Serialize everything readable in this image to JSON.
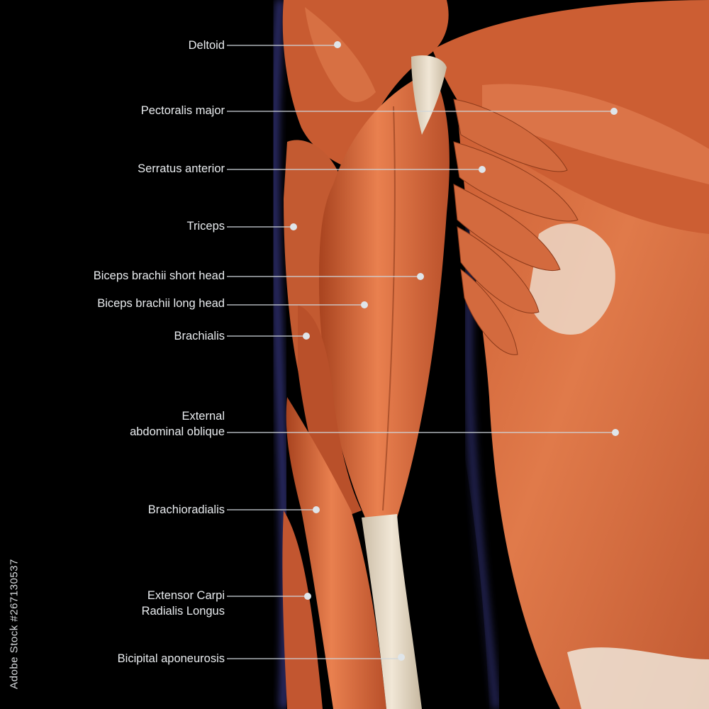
{
  "colors": {
    "background": "#000000",
    "muscle_light": "#e9804f",
    "muscle_mid": "#d46538",
    "muscle_dark": "#a8431f",
    "tendon": "#e8dcc8",
    "glow": "#6b6cff",
    "label_text": "#e9ecef",
    "leader_line": "#cfd6dc"
  },
  "labels": [
    {
      "id": "deltoid",
      "lines": [
        "Deltoid"
      ]
    },
    {
      "id": "pectoralis-major",
      "lines": [
        "Pectoralis major"
      ]
    },
    {
      "id": "serratus-anterior",
      "lines": [
        "Serratus anterior"
      ]
    },
    {
      "id": "triceps",
      "lines": [
        "Triceps"
      ]
    },
    {
      "id": "biceps-short-head",
      "lines": [
        "Biceps brachii short head"
      ]
    },
    {
      "id": "biceps-long-head",
      "lines": [
        "Biceps brachii long head"
      ]
    },
    {
      "id": "brachialis",
      "lines": [
        "Brachialis"
      ]
    },
    {
      "id": "external-oblique",
      "lines": [
        "External",
        "abdominal oblique"
      ]
    },
    {
      "id": "brachioradialis",
      "lines": [
        "Brachioradialis"
      ]
    },
    {
      "id": "extensor-carpi",
      "lines": [
        "Extensor Carpi",
        "Radialis Longus"
      ]
    },
    {
      "id": "bicipital-aponeurosis",
      "lines": [
        "Bicipital aponeurosis"
      ]
    }
  ],
  "watermark": {
    "text": "Adobe Stock",
    "side_id": "#267130537"
  }
}
